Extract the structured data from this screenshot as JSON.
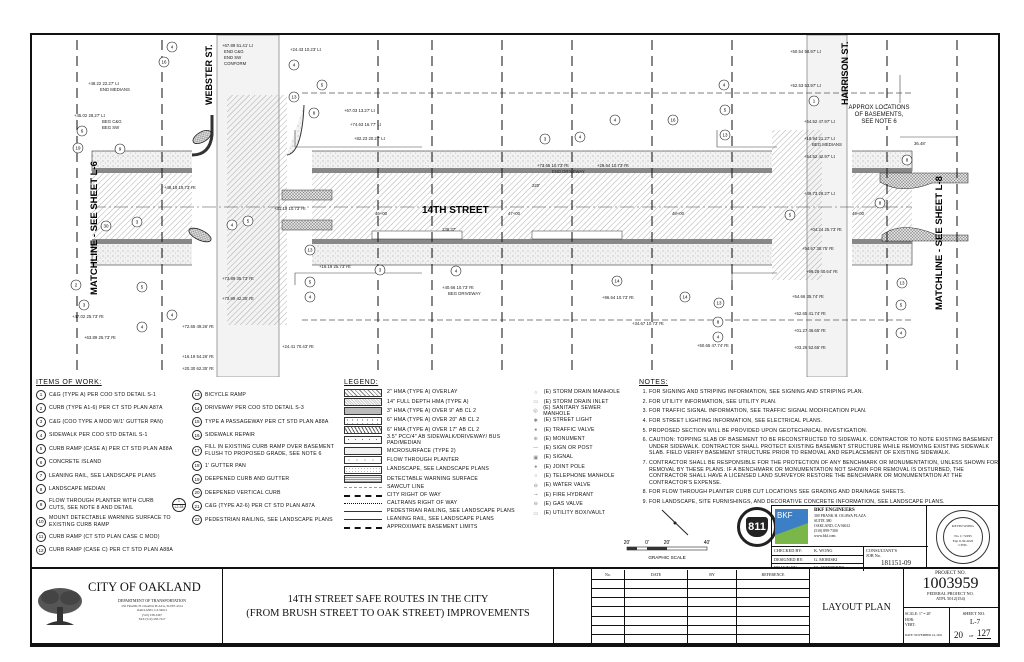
{
  "plan": {
    "street_main": "14TH STREET",
    "street_left": "WEBSTER ST.",
    "street_right": "HARRISON ST.",
    "matchline_left": "MATCHLINE - SEE SHEET L-6",
    "matchline_right": "MATCHLINE - SEE SHEET L-8",
    "basement_note": "APPROX LOCATIONS OF BASEMENTS, SEE NOTE 6",
    "stations": [
      "+67.89 51.41' Lt",
      "END C&G",
      "END SW",
      "CONFORM",
      "+48.22 22.27' Lt",
      "END MEDIANS",
      "+45.02 28.27' Lt",
      "BEG C&G",
      "BEG SW",
      "+24.43 10.23' Lt",
      "+67.03 13.27' Lt",
      "+74.63 16.77' Lt",
      "+82.23 20.27' Lt",
      "+31.19 10.73' Rt",
      "+48.18 19.73' Rt",
      "+73.89 35.73' Rt",
      "+73.89 42.35' Rt",
      "+72.65 49.26' Rt",
      "+16.19 54.26' Rt",
      "+20.30 62.35' Rt",
      "+24.41 70.43' Rt",
      "+16.19 25.73' Rt",
      "+47.02 25.73' Rt",
      "+63.89 25.73' Rt",
      "+73.65 10.73' Rt",
      "+29.64 10.73' Rt",
      "END DRIVEWAY",
      "+40.66 10.73' Rt",
      "BEG DRIVEWAY",
      "+96.64 10.73' Rt",
      "+34.67 10.73' Rt",
      "+50.65 47.74' Rt",
      "+50.54 58.97' Lt",
      "+52.53 53.97' Lt",
      "+54.52 47.97' Lt",
      "+18.94 21.27' Lt",
      "BEG MEDIANS",
      "+54.52 42.97' Lt",
      "+49.73 28.27' Lt",
      "+04.24 25.73' Rt",
      "+54.67 30.75' Rt",
      "+99.28 40.64' Rt",
      "+54.66 35.74' Rt",
      "+52.65 41.74' Rt",
      "+01.27 46.65' Rt",
      "+03.26 52.65' Rt",
      "46+00",
      "47+00",
      "48+00",
      "49+00",
      "36.48'",
      "138.37'",
      "220'"
    ],
    "callouts": [
      "4",
      "16",
      "6",
      "19",
      "9",
      "30",
      "3",
      "2",
      "3",
      "4",
      "5",
      "4",
      "5",
      "13",
      "8",
      "5",
      "4",
      "13",
      "5",
      "4",
      "3",
      "4",
      "3",
      "4",
      "4",
      "16",
      "13",
      "4",
      "5",
      "1",
      "8",
      "8",
      "5",
      "13",
      "5",
      "4",
      "14",
      "14",
      "13",
      "8",
      "4",
      "4"
    ]
  },
  "items_of_work": {
    "title": "ITEMS OF WORK:",
    "items": [
      {
        "n": "1",
        "text": "C&G (TYPE A) PER COO STD DETAIL S-1"
      },
      {
        "n": "2",
        "text": "CURB (TYPE A1-6) PER CT STD PLAN A87A"
      },
      {
        "n": "3",
        "text": "C&G (COO TYPE A MOD W/1' GUTTER PAN)"
      },
      {
        "n": "4",
        "text": "SIDEWALK PER COO STD DETAIL S-1"
      },
      {
        "n": "5",
        "text": "CURB RAMP (CASE A) PER CT STD PLAN A88A"
      },
      {
        "n": "6",
        "text": "CONCRETE ISLAND"
      },
      {
        "n": "7",
        "text": "LEANING RAIL, SEE LANDSCAPE PLANS"
      },
      {
        "n": "8",
        "text": "LANDSCAPE MEDIAN"
      },
      {
        "n": "9",
        "text": "FLOW THROUGH PLANTER WITH CURB CUTS, SEE NOTE 8 AND DETAIL"
      },
      {
        "n": "10",
        "text": "MOUNT DETECTABLE WARNING SURFACE TO EXISTING CURB RAMP"
      },
      {
        "n": "11",
        "text": "CURB RAMP (CT STD PLAN CASE C MOD)"
      },
      {
        "n": "12",
        "text": "CURB RAMP (CASE C) PER CT STD PLAN A88A"
      },
      {
        "n": "13",
        "text": "BICYCLE RAMP"
      },
      {
        "n": "14",
        "text": "DRIVEWAY PER COO STD DETAIL S-3"
      },
      {
        "n": "15",
        "text": "TYPE A PASSAGEWAY PER CT STD PLAN A88A"
      },
      {
        "n": "16",
        "text": "SIDEWALK REPAIR"
      },
      {
        "n": "17",
        "text": "FILL IN EXISTING CURB RAMP OVER BASEMENT FLUSH TO PROPOSED GRADE, SEE NOTE 6"
      },
      {
        "n": "18",
        "text": "1' GUTTER PAN"
      },
      {
        "n": "19",
        "text": "DEEPENED CURB AND GUTTER"
      },
      {
        "n": "20",
        "text": "DEEPENED VERTICAL CURB"
      },
      {
        "n": "21",
        "text": "C&G (TYPE A2-6) PER CT STD PLAN A87A"
      },
      {
        "n": "22",
        "text": "PEDESTRIAN RAILING, SEE LANDSCAPE PLANS"
      }
    ],
    "detail_ref": {
      "top": "1",
      "bottom": "L2-28"
    }
  },
  "legend": {
    "title": "LEGEND:",
    "patterns": [
      "2\" HMA (TYPE A) OVERLAY",
      "14\" FULL DEPTH HMA (TYPE A)",
      "3\" HMA (TYPE A) OVER 9\" AB CL 2",
      "6\" HMA (TYPE A) OVER 20\" AB CL 2",
      "6\" HMA (TYPE A) OVER 17\" AB CL 2",
      "3.5\" PCC/4\" AB SIDEWALK/DRIVEWAY/ BUS PAD/MEDIAN",
      "MICROSURFACE (TYPE 2)",
      "FLOW THROUGH PLANTER",
      "LANDSCAPE, SEE LANDSCAPE PLANS",
      "DETECTABLE WARNING SURFACE"
    ],
    "lines": [
      "SAWCUT LINE",
      "CITY RIGHT OF WAY",
      "CALTRANS RIGHT OF WAY",
      "PEDESTRIAN RAILING, SEE LANDSCAPE PLANS",
      "LEANING RAIL, SEE LANDSCAPE PLANS",
      "APPROXIMATE BASEMENT LIMITS"
    ],
    "symbols": [
      "(E) STORM DRAIN MANHOLE",
      "(E) STORM DRAIN INLET",
      "(E) SANITARY SEWER MANHOLE",
      "(E) STREET LIGHT",
      "(E) TRAFFIC VALVE",
      "(E) MONUMENT",
      "(E) SIGN OR POST",
      "(E) SIGNAL",
      "(E) JOINT POLE",
      "(E) TELEPHONE MANHOLE",
      "(E) WATER VALVE",
      "(E) FIRE HYDRANT",
      "(E) GAS VALVE",
      "(E) UTILITY BOX/VAULT"
    ]
  },
  "notes": {
    "title": "NOTES:",
    "items": [
      "FOR SIGNING AND STRIPING INFORMATION, SEE SIGNING AND STRIPING PLAN.",
      "FOR UTILITY INFORMATION, SEE UTILITY PLAN.",
      "FOR TRAFFIC SIGNAL INFORMATION, SEE TRAFFIC SIGNAL MODIFICATION PLAN.",
      "FOR STREET LIGHTING INFORMATION, SEE ELECTRICAL PLANS.",
      "PROPOSED SECTION WILL BE PROVIDED UPON GEOTECHNICAL INVESTIGATION.",
      "CAUTION: TOPPING SLAB OF BASEMENT TO BE RECONSTRUCTED TO SIDEWALK. CONTRACTOR TO NOTE EXISTING BASEMENT UNDER SIDEWALK. CONTRACTOR SHALL PROTECT EXISTING BASEMENT STRUCTURE WHILE REMOVING EXISTING SIDEWALK SLAB. FIELD VERIFY BASEMENT STRUCTURE PRIOR TO REMOVAL AND REPLACEMENT OF EXISTING SIDEWALK.",
      "CONTRACTOR SHALL BE RESPONSIBLE FOR THE PROTECTION OF ANY BENCHMARK OR MONUMENTATION, UNLESS SHOWN FOR REMOVAL BY THESE PLANS. IF A BENCHMARK OR MONUMENTATION NOT SHOWN FOR REMOVAL IS DISTURBED, THE CONTRACTOR SHALL HAVE A LICENSED LAND SURVEYOR RESTORE THE BENCHMARK OR MONUMENTATION AT THE CONTRACTOR'S EXPENSE.",
      "FOR FLOW THROUGH PLANTER CURB CUT LOCATIONS SEE GRADING AND DRAINAGE SHEETS.",
      "FOR LANDSCAPE, SITE FURNISHINGS, AND DECORATIVE CONCRETE INFORMATION, SEE LANDSCAPE PLANS."
    ]
  },
  "scale": {
    "ticks": [
      "20'",
      "0'",
      "20'",
      "40'"
    ],
    "label": "GRAPHIC SCALE"
  },
  "badge_811": "811",
  "consultant": {
    "logo": "BKF",
    "name": "BKF ENGINEERS",
    "address": [
      "300 FRANK H. OGAWA PLAZA",
      "SUITE 380",
      "OAKLAND, CA 94612",
      "(510) 899-7300",
      "www.bkf.com"
    ],
    "checked_label": "CHECKED BY:",
    "checked_by": "K. WONG",
    "designed_label": "DESIGNED BY:",
    "designed_by": "G. MORISKI",
    "drawn_label": "DRAWN BY:",
    "drawn_by": "M. ATTEBERRY",
    "job_label": "CONSULTANT'S JOB No.",
    "job_no": "181151-09",
    "stamp": {
      "name": "KEVIN WONG",
      "license": "No. C 72295",
      "exp": "Exp 6-30-2022",
      "type": "CIVIL"
    }
  },
  "title_block": {
    "agency": "CITY OF OAKLAND",
    "department": "DEPARTMENT OF TRANSPORTATION",
    "agency_address": [
      "250 FRANK H. OGAWA PLAZA, SUITE 4314",
      "OAKLAND, CA 94612",
      "(510) 238-3467",
      "FAX (510) 238-7227"
    ],
    "project_title_1": "14TH STREET SAFE ROUTES IN THE CITY",
    "project_title_2": "(FROM BRUSH STREET TO OAK STREET) IMPROVEMENTS",
    "revisions_headers": [
      "No.",
      "DATE",
      "BY",
      "REFERENCE"
    ],
    "sheet_title": "LAYOUT PLAN",
    "project_no_label": "PROJECT NO.",
    "project_no": "1003959",
    "federal_label": "FEDERAL PROJECT NO.",
    "federal_no": "ATPL 5012(154)",
    "scale_label": "SCALE: 1\" = 20'",
    "hor_label": "HOR:",
    "vert_label": "VERT:",
    "date_label": "DATE: NOVEMBER 24, 2021",
    "sheet_no_label": "SHEET NO.",
    "sheet_id": "L-7",
    "sheet_num": "20",
    "sheet_of": "OF",
    "sheet_total": "127"
  }
}
